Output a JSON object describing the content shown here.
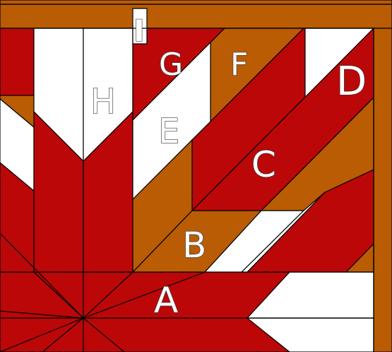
{
  "colors": {
    "red": "#bb0708",
    "orange": "#b95c04",
    "white": "#ffffff",
    "outline": "#000000"
  },
  "labels": {
    "a": "A",
    "b": "B",
    "c": "C",
    "d": "D",
    "e": "E",
    "f": "F",
    "g": "G",
    "h": "H",
    "i": "I"
  }
}
